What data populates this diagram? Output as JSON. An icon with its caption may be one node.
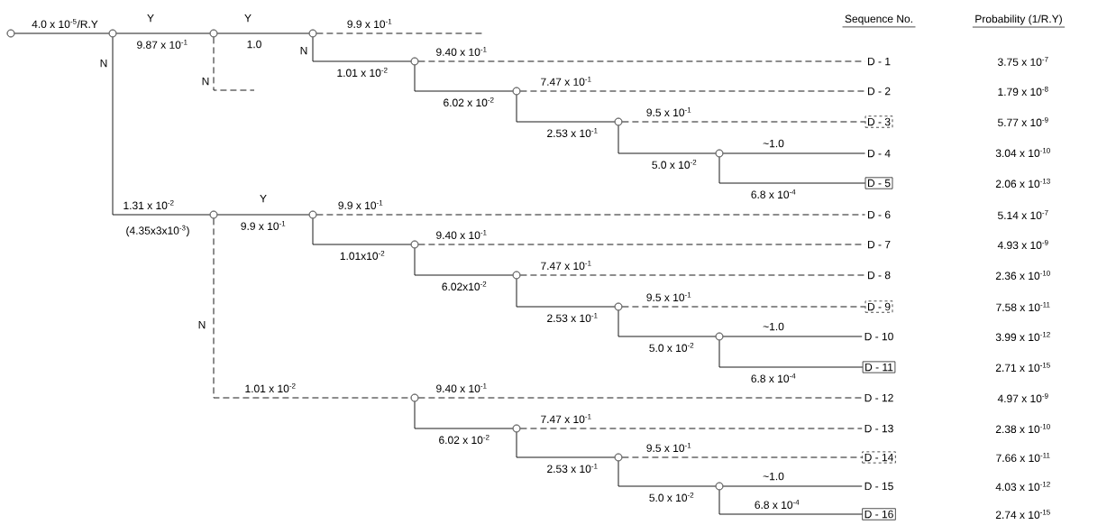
{
  "diagram": {
    "nodes": [
      {
        "text": [],
        "shape": "circle"
      },
      {
        "text": [],
        "shape": "circle"
      },
      {
        "text": [],
        "shape": "circle"
      },
      {
        "text": [],
        "shape": "circle"
      },
      {
        "text": [],
        "shape": "circle"
      },
      {
        "text": [],
        "shape": "circle"
      },
      {
        "text": [],
        "shape": "circle"
      },
      {
        "text": [],
        "shape": "circle"
      },
      {
        "text": [],
        "shape": "circle"
      },
      {
        "text": [],
        "shape": "circle"
      },
      {
        "text": [],
        "shape": "circle"
      },
      {
        "text": [],
        "shape": "circle"
      },
      {
        "text": [],
        "shape": "circle"
      },
      {
        "text": [],
        "shape": "circle"
      },
      {
        "text": [],
        "shape": "circle"
      },
      {
        "text": [],
        "shape": "circle"
      },
      {
        "text": [],
        "shape": "circle"
      },
      {
        "text": [],
        "shape": "circle"
      },
      {
        "text": [
          "D - 1"
        ]
      },
      {
        "text": [
          "D - 2"
        ]
      },
      {
        "text": [
          "D - 3"
        ]
      },
      {
        "text": [
          "D - 4"
        ]
      },
      {
        "text": [
          "D - 5"
        ]
      },
      {
        "text": [
          "D - 6"
        ]
      },
      {
        "text": [
          "D - 7"
        ]
      },
      {
        "text": [
          "D - 8"
        ]
      },
      {
        "text": [
          "D - 9"
        ]
      },
      {
        "text": [
          "D - 10"
        ]
      },
      {
        "text": [
          "D - 11"
        ]
      },
      {
        "text": [
          "D - 12"
        ]
      },
      {
        "text": [
          "D - 13"
        ]
      },
      {
        "text": [
          "D - 14"
        ]
      },
      {
        "text": [
          "D - 15"
        ]
      },
      {
        "text": [
          "D - 16"
        ]
      }
    ],
    "edges": [
      {
        "from": 0,
        "to": 1,
        "arrow": "none",
        "label": "4.0 x 10$^{-5}$/R.Y"
      },
      {
        "from": 1,
        "to": 2,
        "arrow": "none",
        "label": "9.87 x 10$^{-1}$"
      },
      {
        "from": 2,
        "to": 3,
        "arrow": "none",
        "label": "1.0"
      },
      {
        "from": 2,
        "to": null,
        "arrow": "none",
        "style": "dashed"
      },
      {
        "from": 3,
        "to": null,
        "arrow": "none",
        "style": "dashed",
        "label": "9.9 x 10$^{-1}$"
      },
      {
        "from": 3,
        "to": 4,
        "arrow": "none",
        "label": "1.01 x 10$^{-2}$"
      },
      {
        "from": 4,
        "to": 18,
        "arrow": "none",
        "style": "dashed",
        "label": "9.40 x 10$^{-1}$"
      },
      {
        "from": 4,
        "to": 5,
        "arrow": "none",
        "label": "6.02 x 10$^{-2}$"
      },
      {
        "from": 5,
        "to": 19,
        "arrow": "none",
        "style": "dashed",
        "label": "7.47 x 10$^{-1}$"
      },
      {
        "from": 5,
        "to": 6,
        "arrow": "none",
        "label": "2.53 x 10$^{-1}$"
      },
      {
        "from": 6,
        "to": 20,
        "arrow": "none",
        "style": "dashed",
        "label": "9.5 x 10$^{-1}$"
      },
      {
        "from": 6,
        "to": 7,
        "arrow": "none",
        "label": "5.0 x 10$^{-2}$"
      },
      {
        "from": 7,
        "to": 21,
        "arrow": "none",
        "label": "~1.0"
      },
      {
        "from": 7,
        "to": 22,
        "arrow": "none",
        "label": "6.8 x 10$^{-4}$"
      },
      {
        "from": 1,
        "to": 8,
        "arrow": "none",
        "label": "1.31 x 10$^{-2}$"
      },
      {
        "from": 8,
        "to": 9,
        "arrow": "none",
        "label": "9.9 x 10$^{-1}$"
      },
      {
        "from": 9,
        "to": 23,
        "arrow": "none",
        "style": "dashed",
        "label": "9.9 x 10$^{-1}$"
      },
      {
        "from": 9,
        "to": 10,
        "arrow": "none",
        "label": "1.01x10$^{-2}$"
      },
      {
        "from": 10,
        "to": 24,
        "arrow": "none",
        "style": "dashed",
        "label": "9.40 x 10$^{-1}$"
      },
      {
        "from": 10,
        "to": 11,
        "arrow": "none",
        "label": "6.02x10$^{-2}$"
      },
      {
        "from": 11,
        "to": 25,
        "arrow": "none",
        "style": "dashed",
        "label": "7.47 x 10$^{-1}$"
      },
      {
        "from": 11,
        "to": 12,
        "arrow": "none",
        "label": "2.53 x 10$^{-1}$"
      },
      {
        "from": 12,
        "to": 26,
        "arrow": "none",
        "style": "dashed",
        "label": "9.5 x 10$^{-1}$"
      },
      {
        "from": 12,
        "to": 13,
        "arrow": "none",
        "label": "5.0 x 10$^{-2}$"
      },
      {
        "from": 13,
        "to": 27,
        "arrow": "none",
        "label": "~1.0"
      },
      {
        "from": 13,
        "to": 28,
        "arrow": "none",
        "label": "6.8 x 10$^{-4}$"
      },
      {
        "from": 8,
        "to": 14,
        "arrow": "none",
        "style": "dashed",
        "label": "1.01 x 10$^{-2}$"
      },
      {
        "from": 14,
        "to": 29,
        "arrow": "none",
        "style": "dashed",
        "label": "9.40 x 10$^{-1}$"
      },
      {
        "from": 14,
        "to": 15,
        "arrow": "none",
        "label": "6.02 x 10$^{-2}$"
      },
      {
        "from": 15,
        "to": 30,
        "arrow": "none",
        "style": "dashed",
        "label": "7.47 x 10$^{-1}$"
      },
      {
        "from": 15,
        "to": 16,
        "arrow": "none",
        "label": "2.53 x 10$^{-1}$"
      },
      {
        "from": 16,
        "to": 31,
        "arrow": "none",
        "style": "dashed",
        "label": "9.5 x 10$^{-1}$"
      },
      {
        "from": 16,
        "to": 17,
        "arrow": "none",
        "label": "5.0 x 10$^{-2}$"
      },
      {
        "from": 17,
        "to": 32,
        "arrow": "none",
        "label": "~1.0"
      },
      {
        "from": 17,
        "to": 33,
        "arrow": "none",
        "label": "6.8 x 10$^{-4}$"
      }
    ],
    "labels": [
      "Y",
      "Y",
      "Sequence No.",
      "Probability (1/R.Y)",
      "N",
      "N",
      "N",
      "Y",
      "(4.35x3x10$^{-3}$)",
      "N",
      "3.75 x 10$^{-7}$",
      "1.79 x 10$^{-8}$",
      "5.77 x 10$^{-9}$",
      "3.04 x 10$^{-10}$",
      "2.06 x 10$^{-13}$",
      "5.14 x 10$^{-7}$",
      "4.93 x 10$^{-9}$",
      "2.36 x 10$^{-10}$",
      "7.58 x 10$^{-11}$",
      "3.99 x 10$^{-12}$",
      "2.71 x 10$^{-15}$",
      "4.97 x 10$^{-9}$",
      "2.38 x 10$^{-10}$",
      "7.66 x 10$^{-11}$",
      "4.03 x 10$^{-12}$",
      "2.74 x 10$^{-15}$"
    ]
  }
}
